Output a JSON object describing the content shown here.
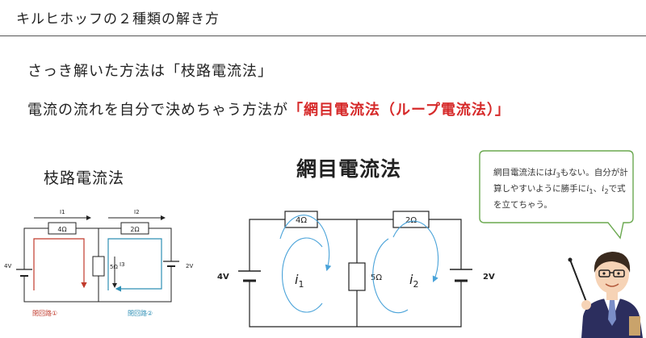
{
  "slide": {
    "title": "キルヒホッフの２種類の解き方",
    "line1": "さっき解いた方法は「枝路電流法」",
    "line2_prefix": "電流の流れを自分で決めちゃう方法が",
    "line2_highlight": "「網目電流法（ループ電流法）」",
    "highlight_color": "#d62a2a"
  },
  "left_diagram": {
    "title": "枝路電流法",
    "current1": "I1",
    "current2": "I2",
    "current3": "I3",
    "r1": "4Ω",
    "r2": "2Ω",
    "r3": "5Ω",
    "v1": "4V",
    "v2": "2V",
    "loop1_label": "閉回路①",
    "loop2_label": "閉回路②",
    "loop1_color": "#c0392b",
    "loop2_color": "#2e8fb5"
  },
  "center_diagram": {
    "title": "網目電流法",
    "r1": "4Ω",
    "r2": "2Ω",
    "r3": "5Ω",
    "v1": "4V",
    "v2": "2V",
    "loop1_var": "i",
    "loop1_sub": "1",
    "loop2_var": "i",
    "loop2_sub": "2",
    "loop_color": "#4aa3d9"
  },
  "speech_bubble": {
    "part1": "網目電流法には",
    "var1": "I",
    "sub1": "3",
    "part2": "もない。自分が計算しやすいように勝手に",
    "var2": "i",
    "sub2": "1",
    "sep": "、",
    "var3": "i",
    "sub3": "2",
    "part3": "で式を立てちゃう。",
    "border_color": "#6aa84f"
  },
  "icons": [
    "teacher-character-icon",
    "pointer-stick-icon"
  ]
}
